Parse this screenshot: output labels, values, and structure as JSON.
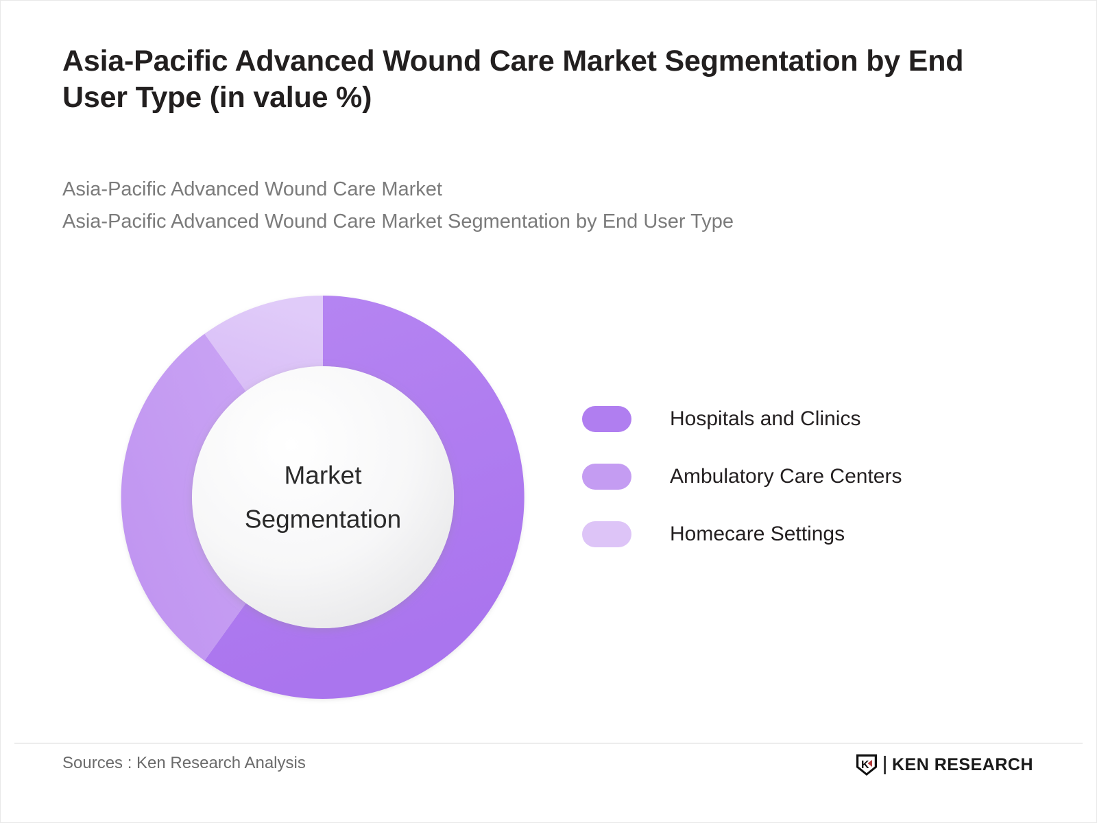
{
  "page": {
    "title_line_1": "Asia-Pacific Advanced Wound Care Market Segmentation",
    "title_line_2": "by End User Type (in value %)",
    "subtitle_line_1": "Asia-Pacific Advanced Wound Care Market",
    "subtitle_line_2": "Asia-Pacific Advanced Wound Care Market Segmentation by End User Type"
  },
  "donut": {
    "center_line_1": "Market",
    "center_line_2": "Segmentation"
  },
  "legend": {
    "items": [
      {
        "label": "Hospitals and Clinics",
        "color": "#b07ef0",
        "swatch_name": "legend-swatch-hospitals-and-clinics"
      },
      {
        "label": "Ambulatory Care Centers",
        "color": "#c49cf2",
        "swatch_name": "legend-swatch-ambulatory-care-centers"
      },
      {
        "label": "Homecare Settings",
        "color": "#ddc4f7",
        "swatch_name": "legend-swatch-homecare-settings"
      }
    ]
  },
  "footer": {
    "sources": "Sources : Ken Research Analysis",
    "brand_name": "KEN RESEARCH",
    "brand_mark_letter": "K"
  },
  "chart_data": {
    "type": "pie",
    "variant": "donut",
    "title": "Asia-Pacific Advanced Wound Care Market Segmentation by End User Type (in value %)",
    "unit": "percent of market value",
    "center_text": "Market Segmentation",
    "start_angle_deg": 0,
    "direction": "clockwise",
    "inner_radius_ratio": 0.65,
    "legend_position": "right",
    "grid": false,
    "categories": [
      "Hospitals and Clinics",
      "Ambulatory Care Centers",
      "Homecare Settings"
    ],
    "values": [
      60,
      25,
      15
    ],
    "sweep_deg": [
      216,
      90,
      54
    ],
    "colors": [
      "#b07ef0",
      "#c49cf2",
      "#ddc4f7"
    ],
    "labels_shown": false
  }
}
